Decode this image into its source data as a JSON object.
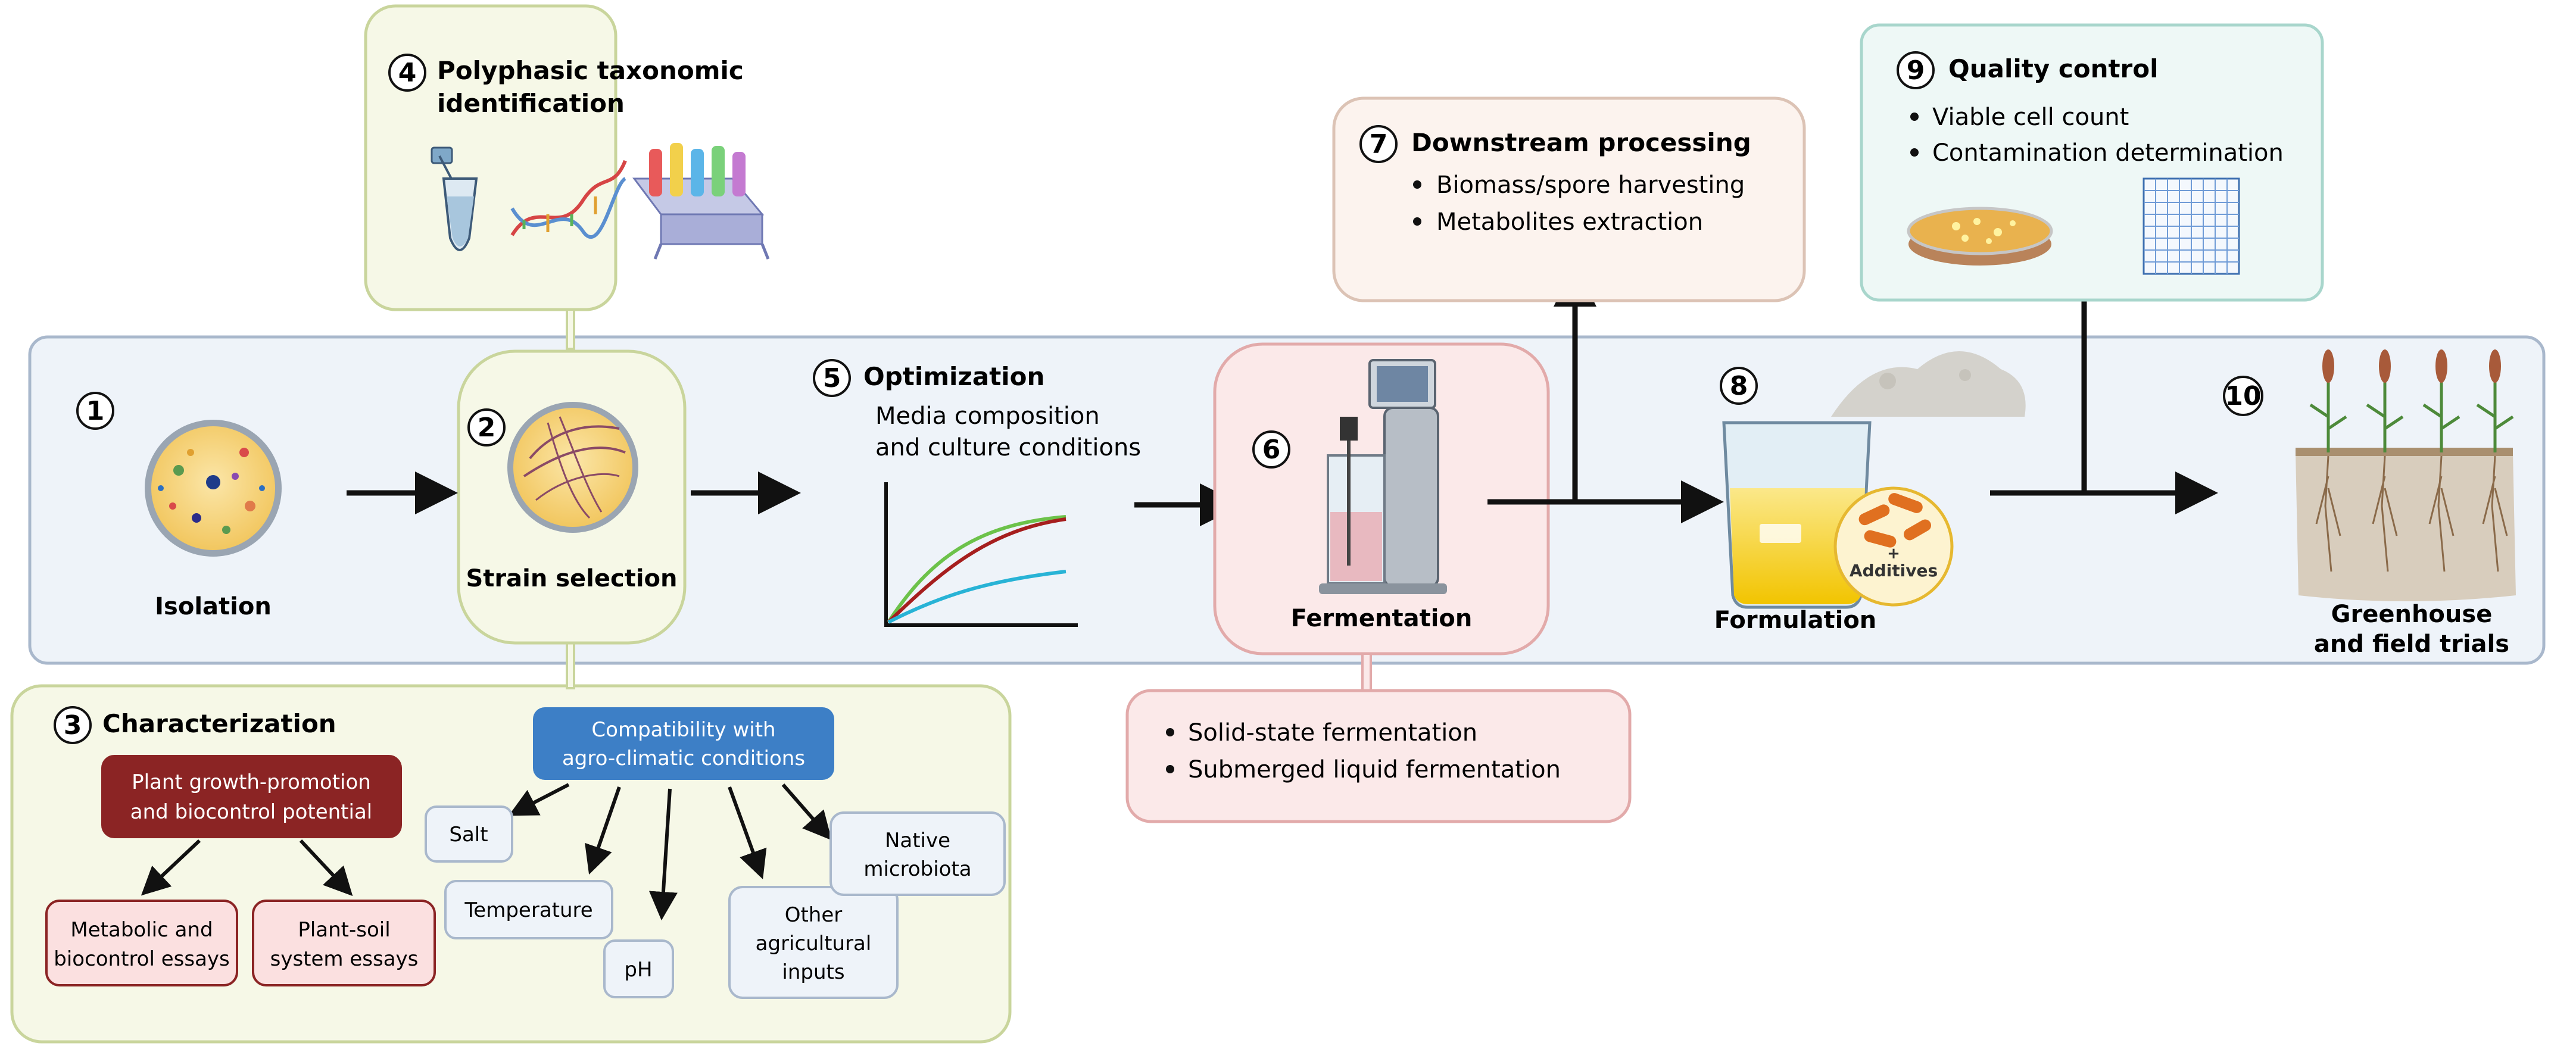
{
  "steps": {
    "s1": {
      "number": "1",
      "label": "Isolation"
    },
    "s2": {
      "number": "2",
      "label": "Strain selection"
    },
    "s3": {
      "number": "3",
      "title": "Characterization"
    },
    "s4": {
      "number": "4",
      "title_line1": "Polyphasic taxonomic",
      "title_line2": "identification"
    },
    "s5": {
      "number": "5",
      "title": "Optimization",
      "line1": "Media composition",
      "line2": "and culture conditions"
    },
    "s6": {
      "number": "6",
      "label": "Fermentation"
    },
    "s7": {
      "number": "7",
      "title": "Downstream processing"
    },
    "s8": {
      "number": "8",
      "label": "Formulation",
      "additives": "Additives"
    },
    "s9": {
      "number": "9",
      "title": "Quality control"
    },
    "s10": {
      "number": "10",
      "label_line1": "Greenhouse",
      "label_line2": "and field trials"
    }
  },
  "fermentation_types": [
    "Solid-state fermentation",
    "Submerged liquid fermentation"
  ],
  "downstream_items": [
    "Biomass/spore harvesting",
    "Metabolites extraction"
  ],
  "quality_items": [
    "Viable cell count",
    "Contamination determination"
  ],
  "characterization": {
    "plant_growth": {
      "line1": "Plant growth-promotion",
      "line2": "and biocontrol potential"
    },
    "metabolic": {
      "line1": "Metabolic and",
      "line2": "biocontrol essays"
    },
    "plant_soil": {
      "line1": "Plant-soil",
      "line2": "system essays"
    },
    "compatibility": {
      "line1": "Compatibility with",
      "line2": "agro-climatic conditions"
    },
    "salt": "Salt",
    "temperature": "Temperature",
    "ph": "pH",
    "other": {
      "line1": "Other",
      "line2": "agricultural",
      "line3": "inputs"
    },
    "native": {
      "line1": "Native",
      "line2": "microbiota"
    }
  },
  "colors": {
    "main_band_fill": "#eef3f9",
    "main_band_stroke": "#a9b8cc",
    "green_fill": "#f6f8e7",
    "green_stroke": "#c9d59c",
    "pink_fill": "#fbe9e9",
    "pink_stroke": "#e2aaaa",
    "peach_fill": "#fcf3ee",
    "peach_stroke": "#dcc3b5",
    "teal_fill": "#eef8f6",
    "teal_stroke": "#a8d6cc",
    "dark_red": "#8b2424",
    "blue": "#3d7fc6",
    "curve_green": "#6cc24a",
    "curve_red": "#a61e1e",
    "curve_cyan": "#28b3d6"
  }
}
